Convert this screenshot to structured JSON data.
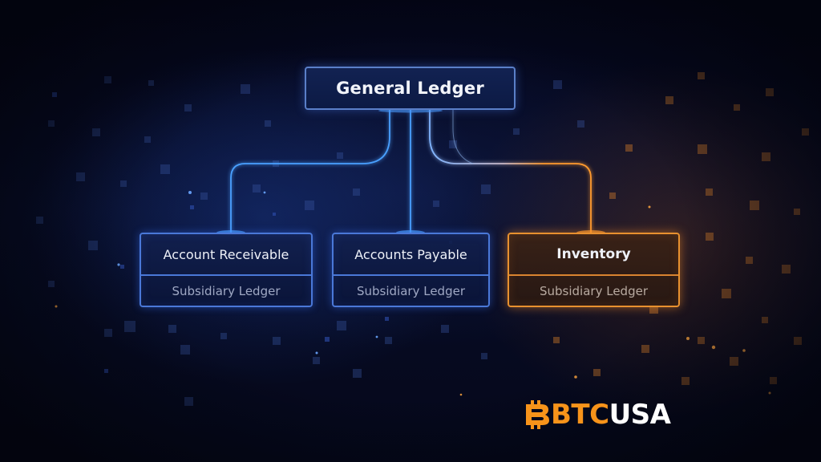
{
  "diagram": {
    "root": {
      "label": "General Ledger",
      "accent": "#4a78d8"
    },
    "children": [
      {
        "title": "Account Receivable",
        "subtitle": "Subsidiary Ledger",
        "accent": "#4a78d8"
      },
      {
        "title": "Accounts Payable",
        "subtitle": "Subsidiary Ledger",
        "accent": "#4a78d8"
      },
      {
        "title": "Inventory",
        "subtitle": "Subsidiary Ledger",
        "accent": "#e8912f"
      }
    ]
  },
  "brand": {
    "icon": "bitcoin-icon",
    "part1": "BTC",
    "part2": "USA",
    "color1": "#f7931a",
    "color2": "#ffffff"
  },
  "colors": {
    "background": "#05081a",
    "blue_line": "#4aa0ff",
    "orange_line": "#ff9a2e"
  }
}
